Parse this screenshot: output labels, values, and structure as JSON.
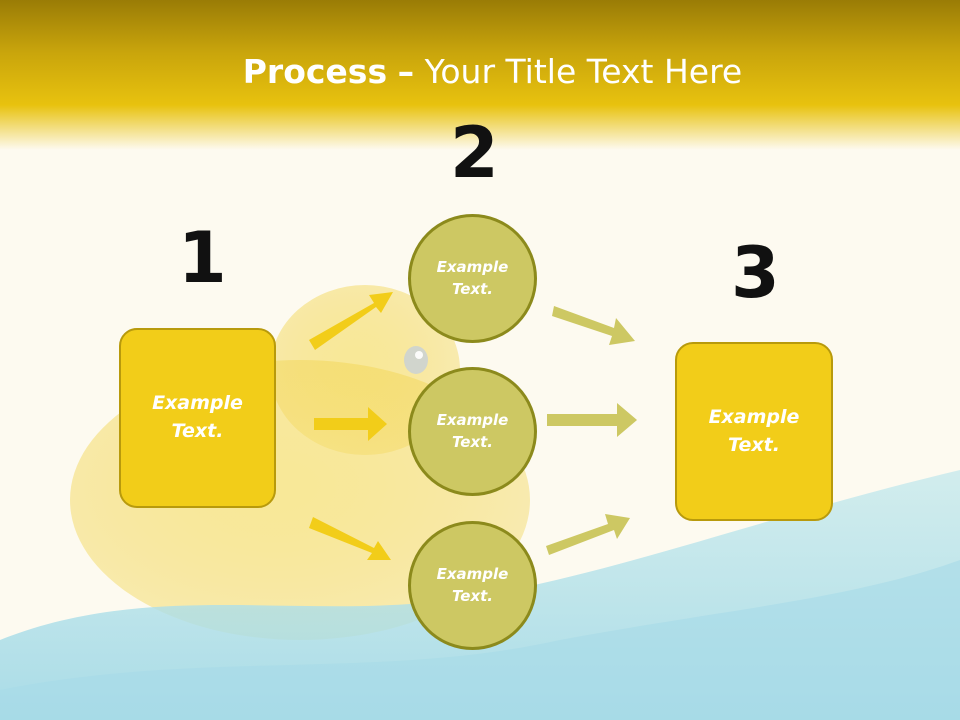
{
  "slide": {
    "title_bold": "Process",
    "title_separator": "–",
    "title_rest": "Your Title Text Here",
    "colors": {
      "title_band": "#c9a50c",
      "box_fill": "#f2cd19",
      "circle_fill": "#cdc863",
      "arrow_yellow": "#f2cd19",
      "arrow_olive": "#cdc863"
    }
  },
  "steps": {
    "step1": {
      "number": "1",
      "text": "Example\nText."
    },
    "step2": {
      "number": "2",
      "items": [
        {
          "text": "Example\nText."
        },
        {
          "text": "Example\nText."
        },
        {
          "text": "Example\nText."
        }
      ]
    },
    "step3": {
      "number": "3",
      "text": "Example\nText."
    }
  }
}
